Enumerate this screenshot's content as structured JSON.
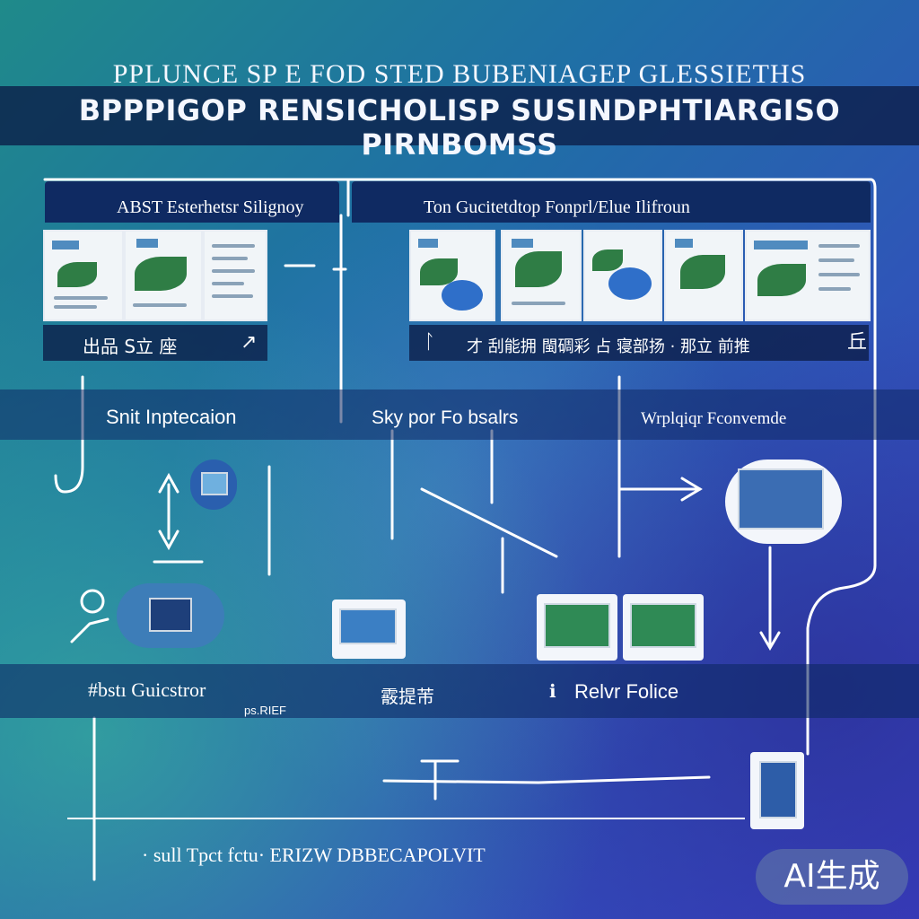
{
  "title": {
    "line1": "PPLUNCE SP E FOD STED BUBENIAGEP GLESSIETHS",
    "line2": "BPPPIGOP RENSICHOLISP SUSINDPHTIARGISO PIRNBOMSS"
  },
  "panels": {
    "left_header": "ABST Esterhetsr Silignoy",
    "right_header": "Ton Gucitetdtop Fonprl/Elue Ilifroun",
    "left_caption": "出品 S立 座",
    "left_caption_symbol": "↗",
    "right_caption_left_symbol": "ᛚ",
    "right_caption": "才 刮能拥 閩碉彩 占 寝部扬 · 那立 前推",
    "right_caption_right_symbol": "丘"
  },
  "stages": {
    "left": "Snit Inptecaion",
    "middle": "Sky por Fo bsalrs",
    "right": "Wrplqiqr Fconvemde"
  },
  "bottom_band": {
    "left": "#bstı Guicstror",
    "left_sub": "ps.RIEF",
    "middle": "霰提芾",
    "right_prefix": "ℹ",
    "right": "Relvr Folice"
  },
  "footer_text": "· sull  Tpct fctu· ERIZW  DBBECAPOLVIT",
  "badge": "AI生成",
  "colors": {
    "band": "#0c1c46",
    "header": "#0f2a62",
    "line": "#ffffff",
    "accent_green": "#2f8a55"
  }
}
